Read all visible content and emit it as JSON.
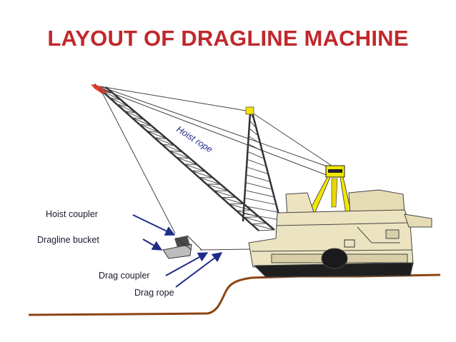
{
  "title": "LAYOUT OF DRAGLINE MACHINE",
  "labels": {
    "hoist_rope": "Hoist rope",
    "hoist_coupler": "Hoist coupler",
    "dragline_bucket": "Dragline bucket",
    "drag_coupler": "Drag coupler",
    "drag_rope": "Drag rope"
  },
  "colors": {
    "title": "#c0282b",
    "arrow": "#1f2a8a",
    "boom": "#333333",
    "mast": "#f2e600",
    "body": "#ece4c0",
    "ground": "#8b4513",
    "boom_tip": "#e23a2a"
  }
}
